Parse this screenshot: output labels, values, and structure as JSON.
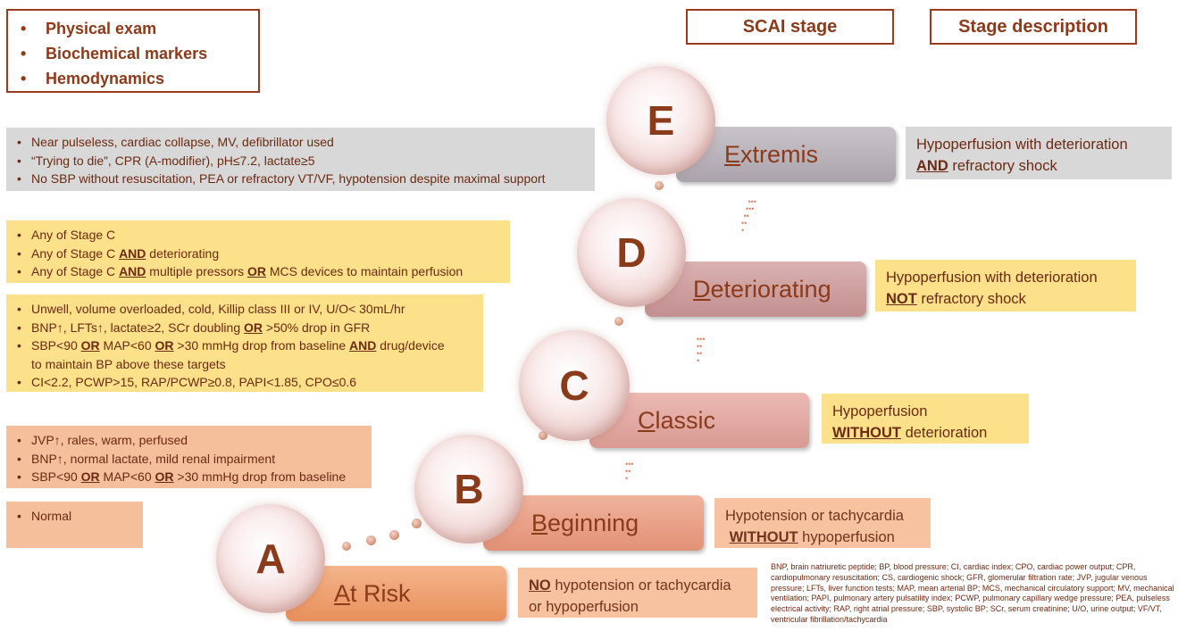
{
  "legend": {
    "items": [
      "Physical exam",
      "Biochemical markers",
      "Hemodynamics"
    ]
  },
  "headers": {
    "stage": "SCAI stage",
    "description": "Stage description"
  },
  "stages": {
    "E": {
      "letter": "E",
      "name_first": "E",
      "name_rest": "xtremis",
      "desc_pre": "Hypoperfusion with deterioration",
      "desc_kw": "AND",
      "desc_post": " refractory shock"
    },
    "D": {
      "letter": "D",
      "name_first": "D",
      "name_rest": "eteriorating",
      "desc_pre": "Hypoperfusion with deterioration",
      "desc_kw": "NOT",
      "desc_post": " refractory shock"
    },
    "C": {
      "letter": "C",
      "name_first": "C",
      "name_rest": "lassic",
      "desc_pre": "Hypoperfusion",
      "desc_kw": "WITHOUT",
      "desc_post": " deterioration"
    },
    "B": {
      "letter": "B",
      "name_first": "B",
      "name_rest": "eginning",
      "desc_pre": "Hypotension or tachycardia",
      "desc_kw": "WITHOUT",
      "desc_post": " hypoperfusion"
    },
    "A": {
      "letter": "A",
      "name_first": "A",
      "name_rest": "t Risk",
      "desc_kw": "NO",
      "desc_post": " hypotension or tachycardia",
      "desc_line2": "or hypoperfusion"
    }
  },
  "criteria": {
    "E": [
      "Near pulseless, cardiac collapse, MV, defibrillator used",
      "“Trying to die”, CPR (A-modifier), pH≤7.2, lactate≥5",
      "No SBP without resuscitation, PEA or refractory VT/VF, hypotension despite maximal support"
    ],
    "D": {
      "l1": "Any of Stage C",
      "l2_pre": "Any of Stage C ",
      "l2_kw": "AND",
      "l2_post": " deteriorating",
      "l3_pre": "Any of Stage C ",
      "l3_kw1": "AND",
      "l3_mid": " multiple pressors ",
      "l3_kw2": "OR",
      "l3_post": " MCS devices to maintain perfusion"
    },
    "C": {
      "l1": "Unwell, volume overloaded, cold, Killip class III or IV, U/O< 30mL/hr",
      "l2_pre": "BNP↑, LFTs↑, lactate≥2, SCr doubling ",
      "l2_kw": "OR",
      "l2_post": " >50% drop in GFR",
      "l3_a": "SBP<90 ",
      "l3_kw1": "OR",
      "l3_b": " MAP<60 ",
      "l3_kw2": "OR",
      "l3_c": " >30 mmHg drop from baseline ",
      "l3_kw3": "AND",
      "l3_d": " drug/device",
      "l3_line2": "to maintain BP above these targets",
      "l4": "CI<2.2, PCWP>15, RAP/PCWP≥0.8, PAPI<1.85, CPO≤0.6"
    },
    "B": {
      "l1": "JVP↑, rales, warm, perfused",
      "l2": "BNP↑, normal lactate, mild renal impairment",
      "l3_a": "SBP<90 ",
      "l3_kw1": "OR",
      "l3_b": " MAP<60 ",
      "l3_kw2": "OR",
      "l3_c": " >30 mmHg drop from baseline"
    },
    "A": [
      "Normal"
    ]
  },
  "abbreviations": "BNP, brain natriuretic peptide; BP, blood pressure; CI, cardiac index; CPO, cardiac power output; CPR, cardiopulmonary resuscitation; CS, cardiogenic shock; GFR, glomerular filtration rate; JVP, jugular venous pressure; LFTs, liver function tests; MAP, mean arterial BP; MCS, mechanical circulatory support; MV, mechanical ventilation; PAPI, pulmonary artery pulsatility index; PCWP, pulmonary capillary wedge pressure; PEA, pulseless electrical activity; RAP, right atrial pressure; SBP, systolic BP; SCr, serum creatinine; U/O, urine output; VF/VT, ventricular fibrillation/tachycardia",
  "colors": {
    "brand_text": "#8b3a1a",
    "grey_box": "#d8d8d8",
    "yellow_box": "#fde08a",
    "peach_box": "#f6bf9b",
    "bar_E": "#b9b3ba",
    "bar_D": "#cf9f9f",
    "bar_C": "#e2a9a3",
    "bar_B": "#e99f85",
    "bar_A": "#ef9f6d"
  }
}
